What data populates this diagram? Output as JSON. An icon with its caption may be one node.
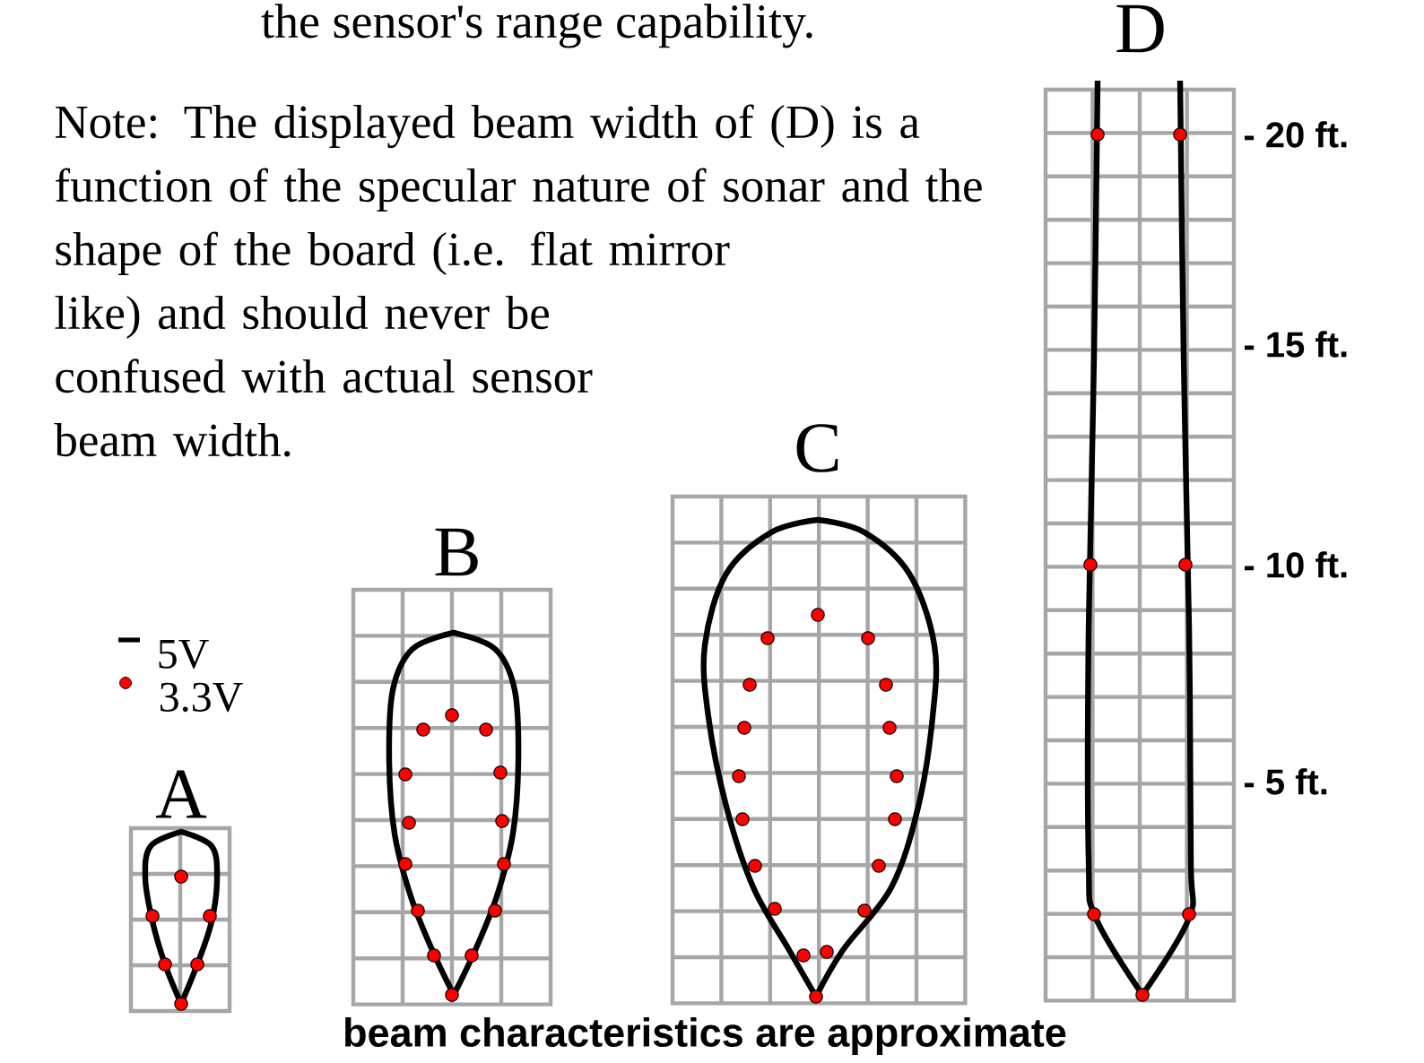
{
  "diagram": {
    "caption": "beam characteristics are approximate",
    "nodes": [
      {
        "text": [
          "A"
        ]
      },
      {
        "text": [
          "B"
        ]
      },
      {
        "text": [
          "C"
        ]
      },
      {
        "text": [
          "D"
        ]
      }
    ],
    "labels": [
      "the sensor's range capability.",
      "Note: The displayed beam width of (D) is a function of the specular nature of sonar and the shape of the board (i.e. flat mirror like) and should never be confused with actual sensor beam width.",
      "- 20 ft.",
      "- 15 ft.",
      "- 10 ft.",
      "- 5 ft."
    ],
    "legend": [
      {
        "text": "5V"
      },
      {
        "text": "3.3V"
      }
    ]
  }
}
